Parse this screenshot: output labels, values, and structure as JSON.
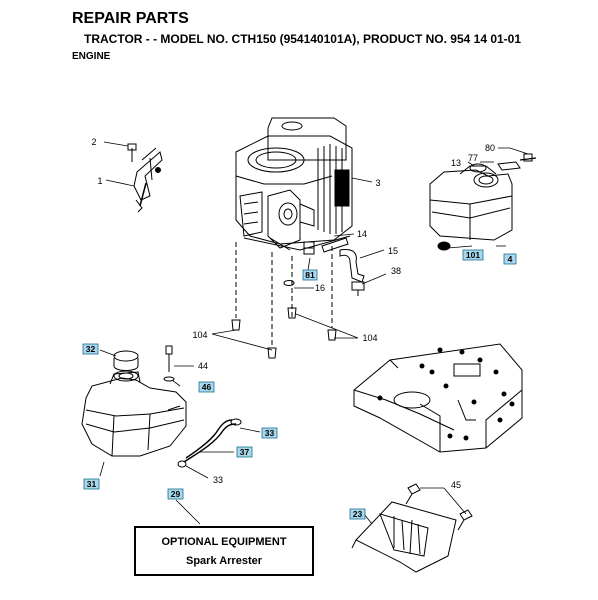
{
  "header": {
    "title": "REPAIR PARTS",
    "subtitle": "TRACTOR - - MODEL NO. CTH150 (954140101A), PRODUCT NO. 954 14 01-01",
    "section": "ENGINE"
  },
  "callouts": [
    {
      "id": "c2",
      "text": "2"
    },
    {
      "id": "c1",
      "text": "1"
    },
    {
      "id": "c3",
      "text": "3"
    },
    {
      "id": "c80",
      "text": "80"
    },
    {
      "id": "c77",
      "text": "77"
    },
    {
      "id": "c13",
      "text": "13"
    },
    {
      "id": "c14",
      "text": "14"
    },
    {
      "id": "c15",
      "text": "15"
    },
    {
      "id": "c38",
      "text": "38"
    },
    {
      "id": "c16",
      "text": "16"
    },
    {
      "id": "c104a",
      "text": "104"
    },
    {
      "id": "c104b",
      "text": "104"
    },
    {
      "id": "c44",
      "text": "44"
    },
    {
      "id": "c33b",
      "text": "33"
    },
    {
      "id": "c45",
      "text": "45"
    }
  ],
  "tags": [
    {
      "id": "t81",
      "text": "81"
    },
    {
      "id": "t101",
      "text": "101"
    },
    {
      "id": "t4",
      "text": "4"
    },
    {
      "id": "t32",
      "text": "32"
    },
    {
      "id": "t46",
      "text": "46"
    },
    {
      "id": "t33",
      "text": "33"
    },
    {
      "id": "t37",
      "text": "37"
    },
    {
      "id": "t31",
      "text": "31"
    },
    {
      "id": "t29",
      "text": "29"
    },
    {
      "id": "t23",
      "text": "23"
    }
  ],
  "optional_box": {
    "title": "OPTIONAL EQUIPMENT",
    "item": "Spark Arrester"
  },
  "colors": {
    "tag_fill": "#a9d8ec",
    "tag_border": "#1b6f90",
    "line": "#000000"
  }
}
